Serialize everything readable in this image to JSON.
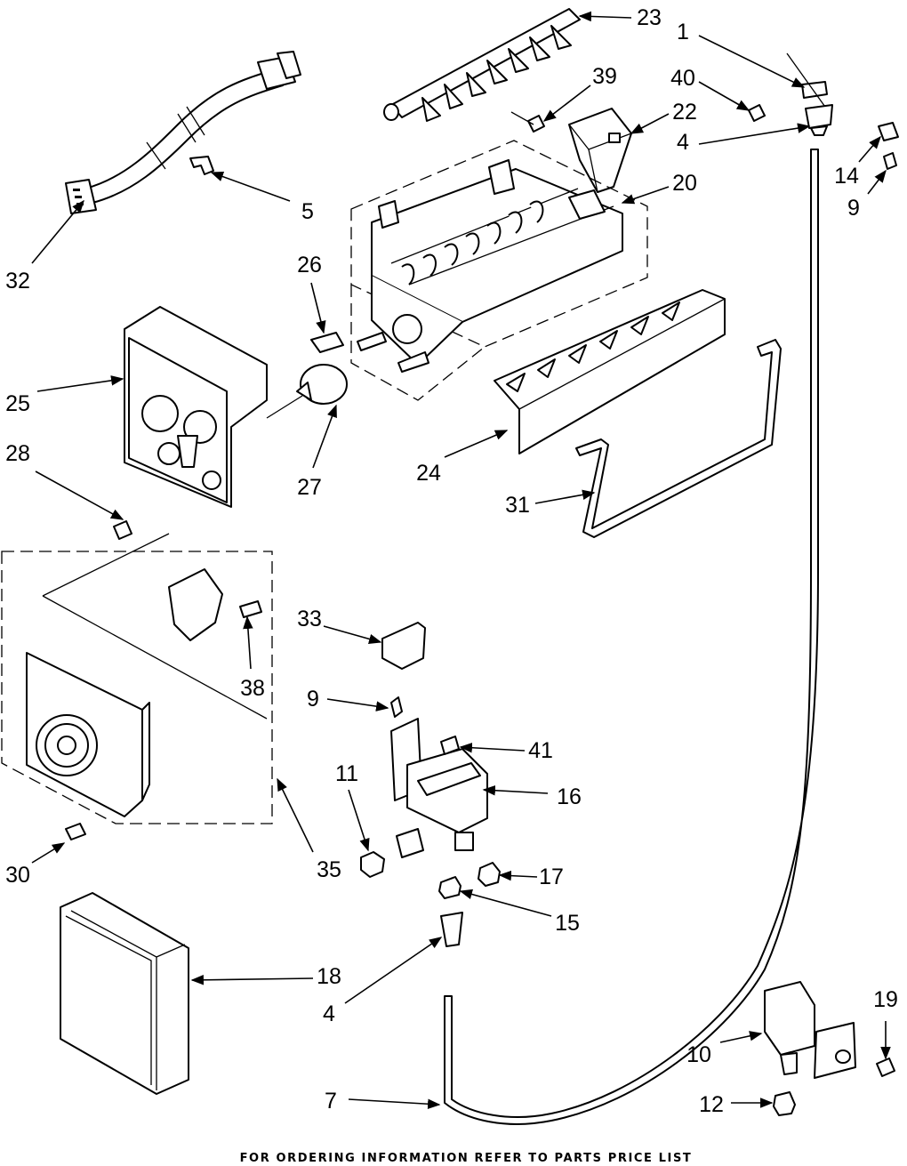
{
  "callouts": {
    "c1": "1",
    "c40": "40",
    "c4a": "4",
    "c14": "14",
    "c9a": "9",
    "c23": "23",
    "c39": "39",
    "c22": "22",
    "c20": "20",
    "c32": "32",
    "c5": "5",
    "c26": "26",
    "c25": "25",
    "c28": "28",
    "c27": "27",
    "c24": "24",
    "c31": "31",
    "c33": "33",
    "c38": "38",
    "c9b": "9",
    "c41": "41",
    "c11": "11",
    "c16": "16",
    "c17": "17",
    "c15": "15",
    "c30": "30",
    "c35": "35",
    "c18": "18",
    "c4b": "4",
    "c19": "19",
    "c10": "10",
    "c12": "12",
    "c7": "7"
  },
  "footer": "FOR ORDERING INFORMATION REFER TO PARTS PRICE LIST"
}
